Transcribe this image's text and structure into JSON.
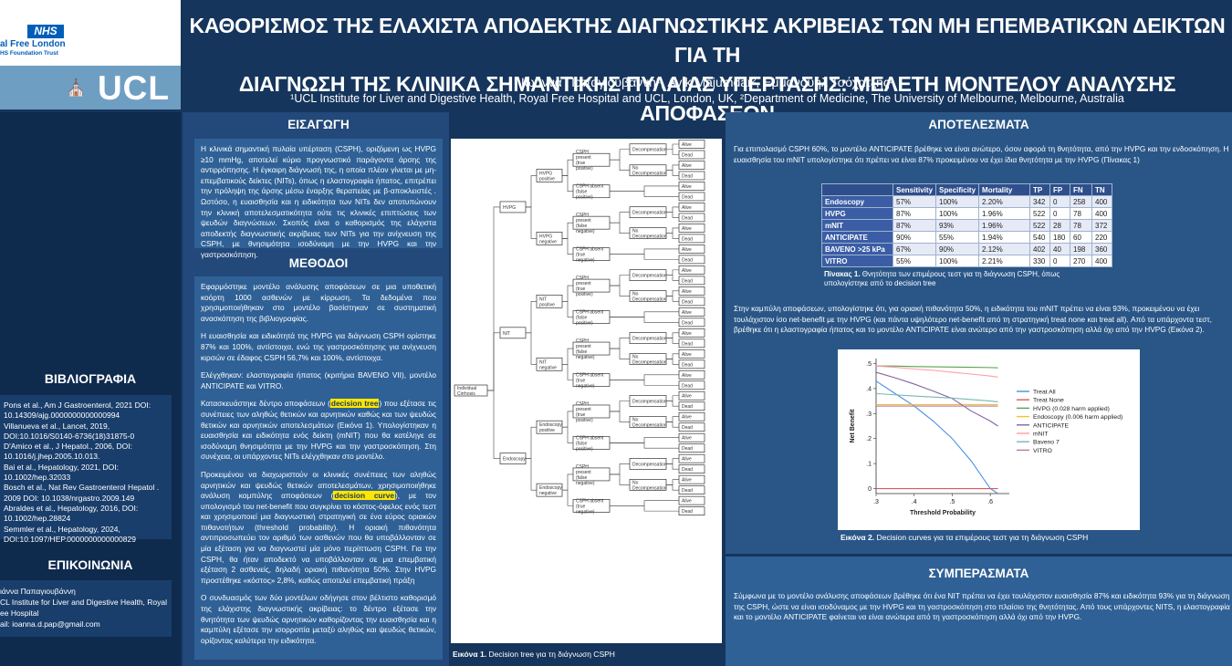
{
  "header": {
    "nhs_badge": "NHS",
    "nhs_name": "al Free London",
    "nhs_trust": "HS Foundation Trust",
    "ucl": "UCL",
    "title_line1": "ΚΑΘΟΡΙΣΜΟΣ ΤΗΣ ΕΛΑΧΙΣΤΑ ΑΠΟΔΕΚΤΗΣ ΔΙΑΓΝΩΣΤΙΚΗΣ ΑΚΡΙΒΕΙΑΣ ΤΩΝ ΜΗ ΕΠΕΜΒΑΤΙΚΩΝ ΔΕΙΚΤΩΝ ΓΙΑ ΤΗ",
    "title_line2": "ΔΙΑΓΝΩΣΗ ΤΗΣ ΚΛΙΝΙΚΑ ΣΗΜΑΝΤΙΚΗΣ ΠΥΛΑΙΑΣ ΥΠΕΡΤΑΣΗΣ: ΜΕΛΕΤΗ ΜΟΝΤΕΛΟΥ ΑΝΑΛΥΣΗΣ ΑΠΟΦΑΣΕΩΝ",
    "authors": "Ιωάννα Παπαγιουβάννη¹, Avik Majumdar², Εμμανουήλ Τσόχατζης¹",
    "affiliations": "¹UCL Institute for Liver and Digestive Health, Royal Free Hospital and UCL, London, UK, ²Department of Medicine, The University of Melbourne, Melbourne, Australia"
  },
  "sidebar": {
    "references_heading": "ΒΙΒΛΙΟΓΡΑΦΙΑ",
    "references": [
      "Pons et al., Am J Gastroenterol, 2021 DOI: 10.14309/ajg.0000000000000994",
      "Villanueva et al., Lancet, 2019, DOI:10.1016/S0140-6736(18)31875-0",
      "D'Amico et al., J Hepatol., 2006, DOI: 10.1016/j.jhep.2005.10.013.",
      "Bai et al., Hepatology, 2021, DOI: 10.1002/hep.32033",
      "Bosch et al., Nat Rev Gastroenterol Hepatol . 2009 DOI: 10.1038/nrgastro.2009.149",
      "Abraldes et al., Hepatology, 2016, DOI: 10.1002/hep.28824",
      "Semmler et al., Hepatology, 2024, DOI:10.1097/HEP.0000000000000829"
    ],
    "contact_heading": "ΕΠΙΚΟΙΝΩΝΙΑ",
    "contact": [
      "ιάννα Παπαγιουβάννη",
      "CL Institute for Liver and Digestive Health, Royal",
      "ee Hospital",
      "ail: ioanna.d.pap@gmail.com"
    ]
  },
  "intro": {
    "heading": "ΕΙΣΑΓΩΓΗ",
    "text": "Η κλινικά σημαντική πυλαία υπέρταση (CSPH), οριζόμενη ως HVPG ≥10 mmHg, αποτελεί κύριο προγνωστικό παράγοντα άρσης της αντιρρόπησης. Η έγκαιρη διάγνωσή της, η οποία πλέον γίνεται με μη-επεμβατικούς δείκτες (NITs), όπως η ελαστογραφία ήπατος, επιτρέπει την πρόληψη της άρσης μέσω έναρξης θεραπείας με β-αποκλειστές . Ωστόσο, η ευαισθησία και η ειδικότητα των NITs δεν αποτυπώνουν την κλινική αποτελεσματικότητα ούτε τις κλινικές επιπτώσεις των ψευδών διαγνώσεων. Σκοπός είναι ο καθορισμός της ελάχιστα αποδεκτής διαγνωστικής ακρίβειας των NITs για την ανίχνευση της CSPH, με θνησιμότητα ισοδύναμη με την HVPG και την γαστροσκόπηση."
  },
  "methods": {
    "heading": "ΜΕΘΟΔΟΙ",
    "p1": "Εφαρμόστηκε μοντέλο ανάλυσης αποφάσεων σε μια υποθετική κοόρτη 1000 ασθενών με κίρρωση. Τα δεδομένα που χρησιμοποιήθηκαν στο μοντέλο βασίστηκαν σε συστηματική ανασκόπηση της βιβλιογραφίας.",
    "p2": "Η ευαισθησία και ειδικότητά της HVPG για διάγνωση CSPH ορίστηκε 87% και 100%, αντίστοιχα, ενώ της γαστροσκόπησης για ανίχνευση κιρσών σε έδαφος CSPH 56,7% και 100%, αντίστοιχα.",
    "p3": "Ελέγχθηκαν: ελαστογραφία ήπατος (κριτήρια BAVENO VII), μοντέλο ANTICIPATE και VITRO.",
    "p4_a": "Κατασκευάστηκε δέντρο αποφάσεων (",
    "p4_hl": "decision tree",
    "p4_b": ") που εξέτασε τις συνέπειες των αληθώς θετικών και αρνητικών καθώς και των ψευδώς θετικών και αρνητικών αποτελεσμάτων (Εικόνα 1). Υπολογίστηκαν η ευαισθησία και ειδικότητα ενός δείκτη (mNIT) που θα κατέληγε σε ισοδύναμη θνησιμότητα με την HVPG και την γαστροσκόπηση. Στη συνέχεια, οι υπάρχοντες NITs ελέγχθηκαν στο μοντέλο.",
    "p5_a": "Προκειμένου να διαχωριστούν οι κλινικές συνέπειες των αληθώς αρνητικών και ψευδώς θετικών αποτελεσμάτων, χρησιμοποιήθηκε ανάλυση καμπύλης αποφάσεων (",
    "p5_hl": "decision curve",
    "p5_b": "), με τον υπολογισμό του net-benefit που συγκρίνει το κόστος-όφελος ενός τεστ και χρησιμοποιεί μια διαγνωστική στρατηγική σε ένα εύρος οριακών πιθανοτήτων (threshold probability). Η οριακή πιθανότητα αντιπροσωπεύει τον αριθμό των ασθενών που θα υποβάλλονταν σε μία εξέταση για να διαγνωστεί μία μόνο περίπτωση CSPH. Για την CSPH, θα ήταν αποδεκτό να υποβάλλονταν σε μια επεμβατική εξέταση 2 ασθενείς, δηλαδή οριακή πιθανότητα 50%. Στην HVPG προστέθηκε «κόστος» 2,8%, καθώς αποτελεί επεμβατική πράξη",
    "p6": "Ο συνδυασμός των δύο μοντέλων οδήγησε στον βέλτιστο καθορισμό της ελάχιστης διαγνωστικής ακρίβειας: το δέντρο εξέτασε την θνητότητα των ψευδώς αρνητικών καθορίζοντας την ευαισθησία και η καμπύλη εξέτασε την ισορροπία μεταξύ αληθώς και ψευδώς θετικών, ορίζοντας καλύτερα την ειδικότητα."
  },
  "tree": {
    "caption_label": "Εικόνα 1.",
    "caption_text": "Decision tree για τη διάγνωση CSPH",
    "root": "Individual Cirrhosis",
    "strategies": [
      "HVPG",
      "NIT",
      "Endoscopy"
    ],
    "nit_branches": [
      "NIT positive",
      "NIT negative"
    ],
    "hvpg_branches": [
      "HVPG positive",
      "HVPG negative"
    ],
    "endo_branches": [
      "Endoscopy positive",
      "Endoscopy negative"
    ],
    "csph_present_tp": "CSPH present (true positive)",
    "csph_absent_fp": "CSPH absent (false positive)",
    "csph_present_fn": "CSPH present (false negative)",
    "csph_absent_tn": "CSPH absent (true negative)",
    "decomp": "Decompensation",
    "no_decomp": "No Decompensation",
    "alive": "Alive",
    "dead": "Dead"
  },
  "results": {
    "heading": "ΑΠΟΤΕΛΕΣΜΑΤΑ",
    "p1": "Για επιπολασμό CSPH 60%, το μοντέλο ANTICIPATE βρέθηκε να είναι ανώτερο, όσον αφορά τη θνητότητα, από την HVPG και την ενδοσκόπηση. Η ευαισθησία του mNIT υπολογίστηκε ότι πρέπει να είναι 87% προκειμένου να έχει ίδια θνητότητα με την HVPG (Πίνακας 1)",
    "table_columns": [
      "",
      "Sensitivity",
      "Specificity",
      "Mortality",
      "TP",
      "FP",
      "FN",
      "TN"
    ],
    "table_rows": [
      [
        "Endoscopy",
        "57%",
        "100%",
        "2.20%",
        "342",
        "0",
        "258",
        "400"
      ],
      [
        "HVPG",
        "87%",
        "100%",
        "1.96%",
        "522",
        "0",
        "78",
        "400"
      ],
      [
        "mNIT",
        "87%",
        "93%",
        "1.96%",
        "522",
        "28",
        "78",
        "372"
      ],
      [
        "ANTICIPATE",
        "90%",
        "55%",
        "1.94%",
        "540",
        "180",
        "60",
        "220"
      ],
      [
        "BAVENO >25 kPa",
        "67%",
        "90%",
        "2.12%",
        "402",
        "40",
        "198",
        "360"
      ],
      [
        "VITRO",
        "55%",
        "100%",
        "2.21%",
        "330",
        "0",
        "270",
        "400"
      ]
    ],
    "table_caption_label": "Πίνακας 1.",
    "table_caption_text": "Θνητότητα των επιμέρους τεστ για τη διάγνωση CSPH, όπως υπολογίστηκε από το decision tree",
    "p2": "Στην καμπύλη αποφάσεων, υπολογίστηκε ότι, για οριακή πιθανότητα 50%, η ειδικότητα του mNIT πρέπει να είναι 93%, προκειμένου να έχει τουλάχιστον ίσο net-benefit με την HVPG (και πάντα υψηλότερο net-benefit από τη στρατηγική treat none και treat all). Από τα υπάρχοντα τεστ, βρέθηκε ότι η ελαστογραφία ήπατος και το μοντέλο ANTICIPATE είναι ανώτερο από την γαστροσκόπηση αλλά όχι από την HVPG (Εικόνα 2).",
    "chart_caption_label": "Εικόνα 2.",
    "chart_caption_text": "Decision curves για τα επιμέρους τεστ για τη διάγνωση CSPH"
  },
  "conclusions": {
    "heading": "ΣΥΜΠΕΡΑΣΜΑΤΑ",
    "text": "Σύμφωνα με το μοντέλο ανάλυσης αποφάσεων βρέθηκε ότι ένα NIT πρέπει να έχει τουλάχιστον ευαισθησία 87% και ειδικότητα 93% για τη διάγνωση της CSPH, ώστε να είναι ισοδύναμος με την HVPG και τη γαστροσκόπηση στο πλαίσιο της θνητότητας. Από τους υπάρχοντες NITS, η ελαστογραφία και το μοντέλο ANTICIPATE φαίνεται να είναι ανώτερα από τη γαστροσκόπηση αλλά όχι από την HVPG."
  },
  "chart_data": {
    "type": "line",
    "xlabel": "Threshold Probability",
    "ylabel": "Net Benefit",
    "xlim": [
      0.3,
      0.65
    ],
    "ylim": [
      -0.02,
      0.52
    ],
    "xticks": [
      ".3",
      ".4",
      ".5",
      ".6"
    ],
    "yticks": [
      "0",
      ".1",
      ".2",
      ".3",
      ".4",
      ".5"
    ],
    "x": [
      0.3,
      0.35,
      0.4,
      0.45,
      0.5,
      0.55,
      0.6,
      0.62
    ],
    "series": [
      {
        "name": "Treat All",
        "color": "#4a90e2",
        "values": [
          0.43,
          0.38,
          0.33,
          0.27,
          0.2,
          0.11,
          0.0,
          -0.06
        ]
      },
      {
        "name": "Treat None",
        "color": "#e15759",
        "values": [
          0,
          0,
          0,
          0,
          0,
          0,
          0,
          0
        ]
      },
      {
        "name": "HVPG (0.028 harm applied)",
        "color": "#59a14f",
        "values": [
          0.49,
          0.49,
          0.488,
          0.487,
          0.486,
          0.485,
          0.484,
          0.483
        ]
      },
      {
        "name": "Endoscopy (0.006 harm applied)",
        "color": "#f1c232",
        "values": [
          0.336,
          0.336,
          0.336,
          0.336,
          0.336,
          0.336,
          0.336,
          0.336
        ]
      },
      {
        "name": "ANTICIPATE",
        "color": "#8064a2",
        "values": [
          0.465,
          0.443,
          0.418,
          0.39,
          0.36,
          0.31,
          0.27,
          0.25
        ]
      },
      {
        "name": "mNIT",
        "color": "#ff9da7",
        "values": [
          0.49,
          0.485,
          0.478,
          0.473,
          0.465,
          0.458,
          0.45,
          0.446
        ]
      },
      {
        "name": "Baveno 7",
        "color": "#76b7b2",
        "values": [
          0.38,
          0.375,
          0.37,
          0.366,
          0.362,
          0.356,
          0.35,
          0.347
        ]
      },
      {
        "name": "VITRO",
        "color": "#b07aa1",
        "values": [
          0.33,
          0.33,
          0.33,
          0.33,
          0.33,
          0.33,
          0.33,
          0.33
        ]
      }
    ],
    "legend": "right",
    "grid": false
  }
}
